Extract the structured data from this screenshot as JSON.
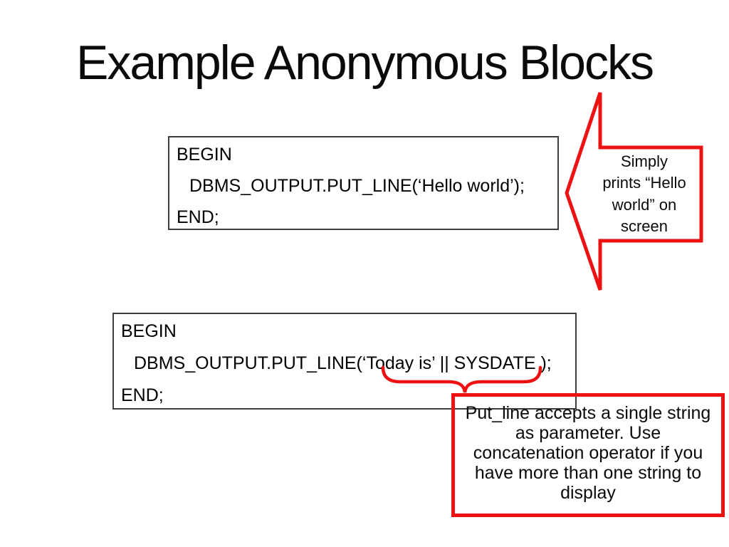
{
  "slide": {
    "title": "Example Anonymous Blocks",
    "background": "#ffffff",
    "accent_red": "#ee1111",
    "box_border_gray": "#3d3d3d"
  },
  "code_block_1": {
    "lines": [
      "BEGIN",
      "DBMS_OUTPUT.PUT_LINE(‘Hello world’);",
      "END;"
    ]
  },
  "arrow_callout": {
    "lines": [
      "Simply",
      "prints “Hello",
      "world” on",
      "screen"
    ]
  },
  "code_block_2": {
    "lines": [
      "BEGIN",
      "DBMS_OUTPUT.PUT_LINE(‘Today is’ || SYSDATE );",
      "END;"
    ]
  },
  "note_callout": {
    "lines": [
      "Put_line accepts a single string",
      "as parameter. Use",
      "concatenation operator if you",
      "have more than one string to",
      "display"
    ]
  }
}
